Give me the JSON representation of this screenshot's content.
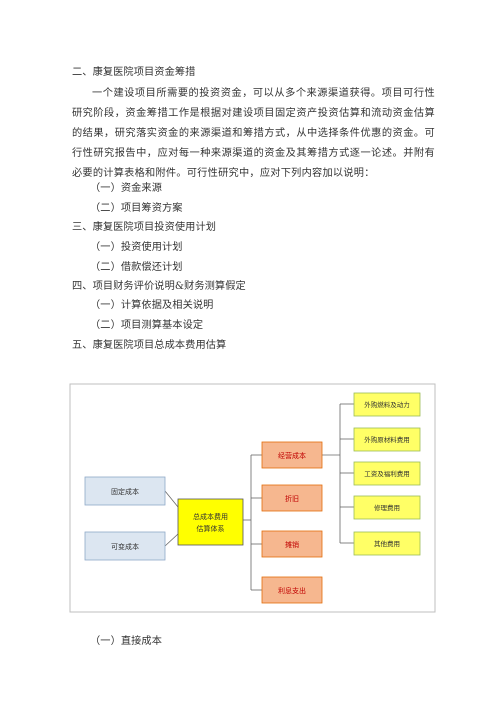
{
  "document": {
    "heading_fund_raising": "二、康复医院项目资金筹措",
    "paragraph": "一个建设项目所需要的投资资金，可以从多个来源渠道获得。项目可行性研究阶段，资金筹措工作是根据对建设项目固定资产投资估算和流动资金估算的结果，研究落实资金的来源渠道和筹措方式，从中选择条件优惠的资金。可行性研究报告中，应对每一种来源渠道的资金及其筹措方式逐一论述。并附有必要的计算表格和附件。可行性研究中，应对下列内容加以说明：",
    "item_fund_source": "（一）资金来源",
    "item_financing_plan": "（二）项目筹资方案",
    "heading_investment_plan": "三、康复医院项目投资使用计划",
    "item_investment_use": "（一）投资使用计划",
    "item_loan_repayment": "（二）借款偿还计划",
    "heading_financial_eval": "四、项目财务评价说明&财务测算假定",
    "item_calc_basis": "（一）计算依据及相关说明",
    "item_assumptions": "（二）项目测算基本设定",
    "heading_total_cost": "五、康复医院项目总成本费用估算",
    "item_direct_cost": "（一）直接成本"
  },
  "diagram": {
    "left_boxes": [
      "固定成本",
      "可变成本"
    ],
    "center_box": [
      "总成本费用",
      "估算体系"
    ],
    "mid_boxes": [
      "经营成本",
      "折旧",
      "摊销",
      "利息支出"
    ],
    "right_boxes": [
      "外购燃料及动力",
      "外购原材料费用",
      "工资及福利费用",
      "修理费用",
      "其他费用"
    ],
    "colors": {
      "left_fill": "#dce6f1",
      "left_stroke": "#8ea9c8",
      "center_fill": "#ffff00",
      "center_stroke": "#555555",
      "mid_fill": "#f6b78f",
      "mid_stroke": "#e36c09",
      "right_fill": "#ffff66",
      "right_stroke": "#9bbb59",
      "connector": "#666666",
      "frame": "#bfbfbf"
    }
  }
}
